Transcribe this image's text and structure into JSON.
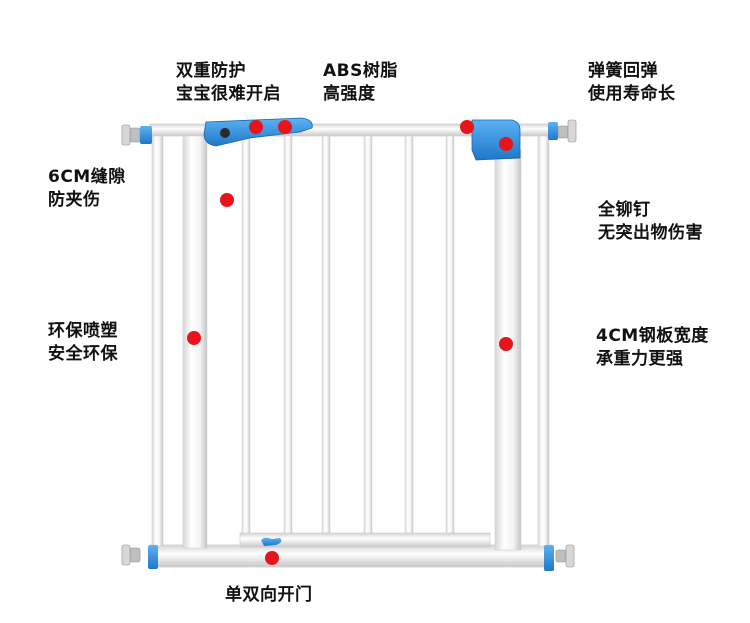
{
  "labels": {
    "anti_pry": [
      "双重防护",
      "宝宝很难开启"
    ],
    "abs": [
      "ABS树脂",
      "高强度"
    ],
    "spring": [
      "弹簧回弹",
      "使用寿命长"
    ],
    "gap": [
      "6CM缝隙",
      "防夹伤"
    ],
    "rivet": [
      "全铆钉",
      "无突出物伤害"
    ],
    "coating": [
      "环保喷塑",
      "安全环保"
    ],
    "steel": [
      "4CM钢板宽度",
      "承重力更强"
    ],
    "door": [
      "单双向开门"
    ]
  },
  "colors": {
    "dot": "#e8141b",
    "accent_blue": "#2f8fe0",
    "frame": "#ffffff",
    "frame_edge": "#c9c9c9"
  }
}
